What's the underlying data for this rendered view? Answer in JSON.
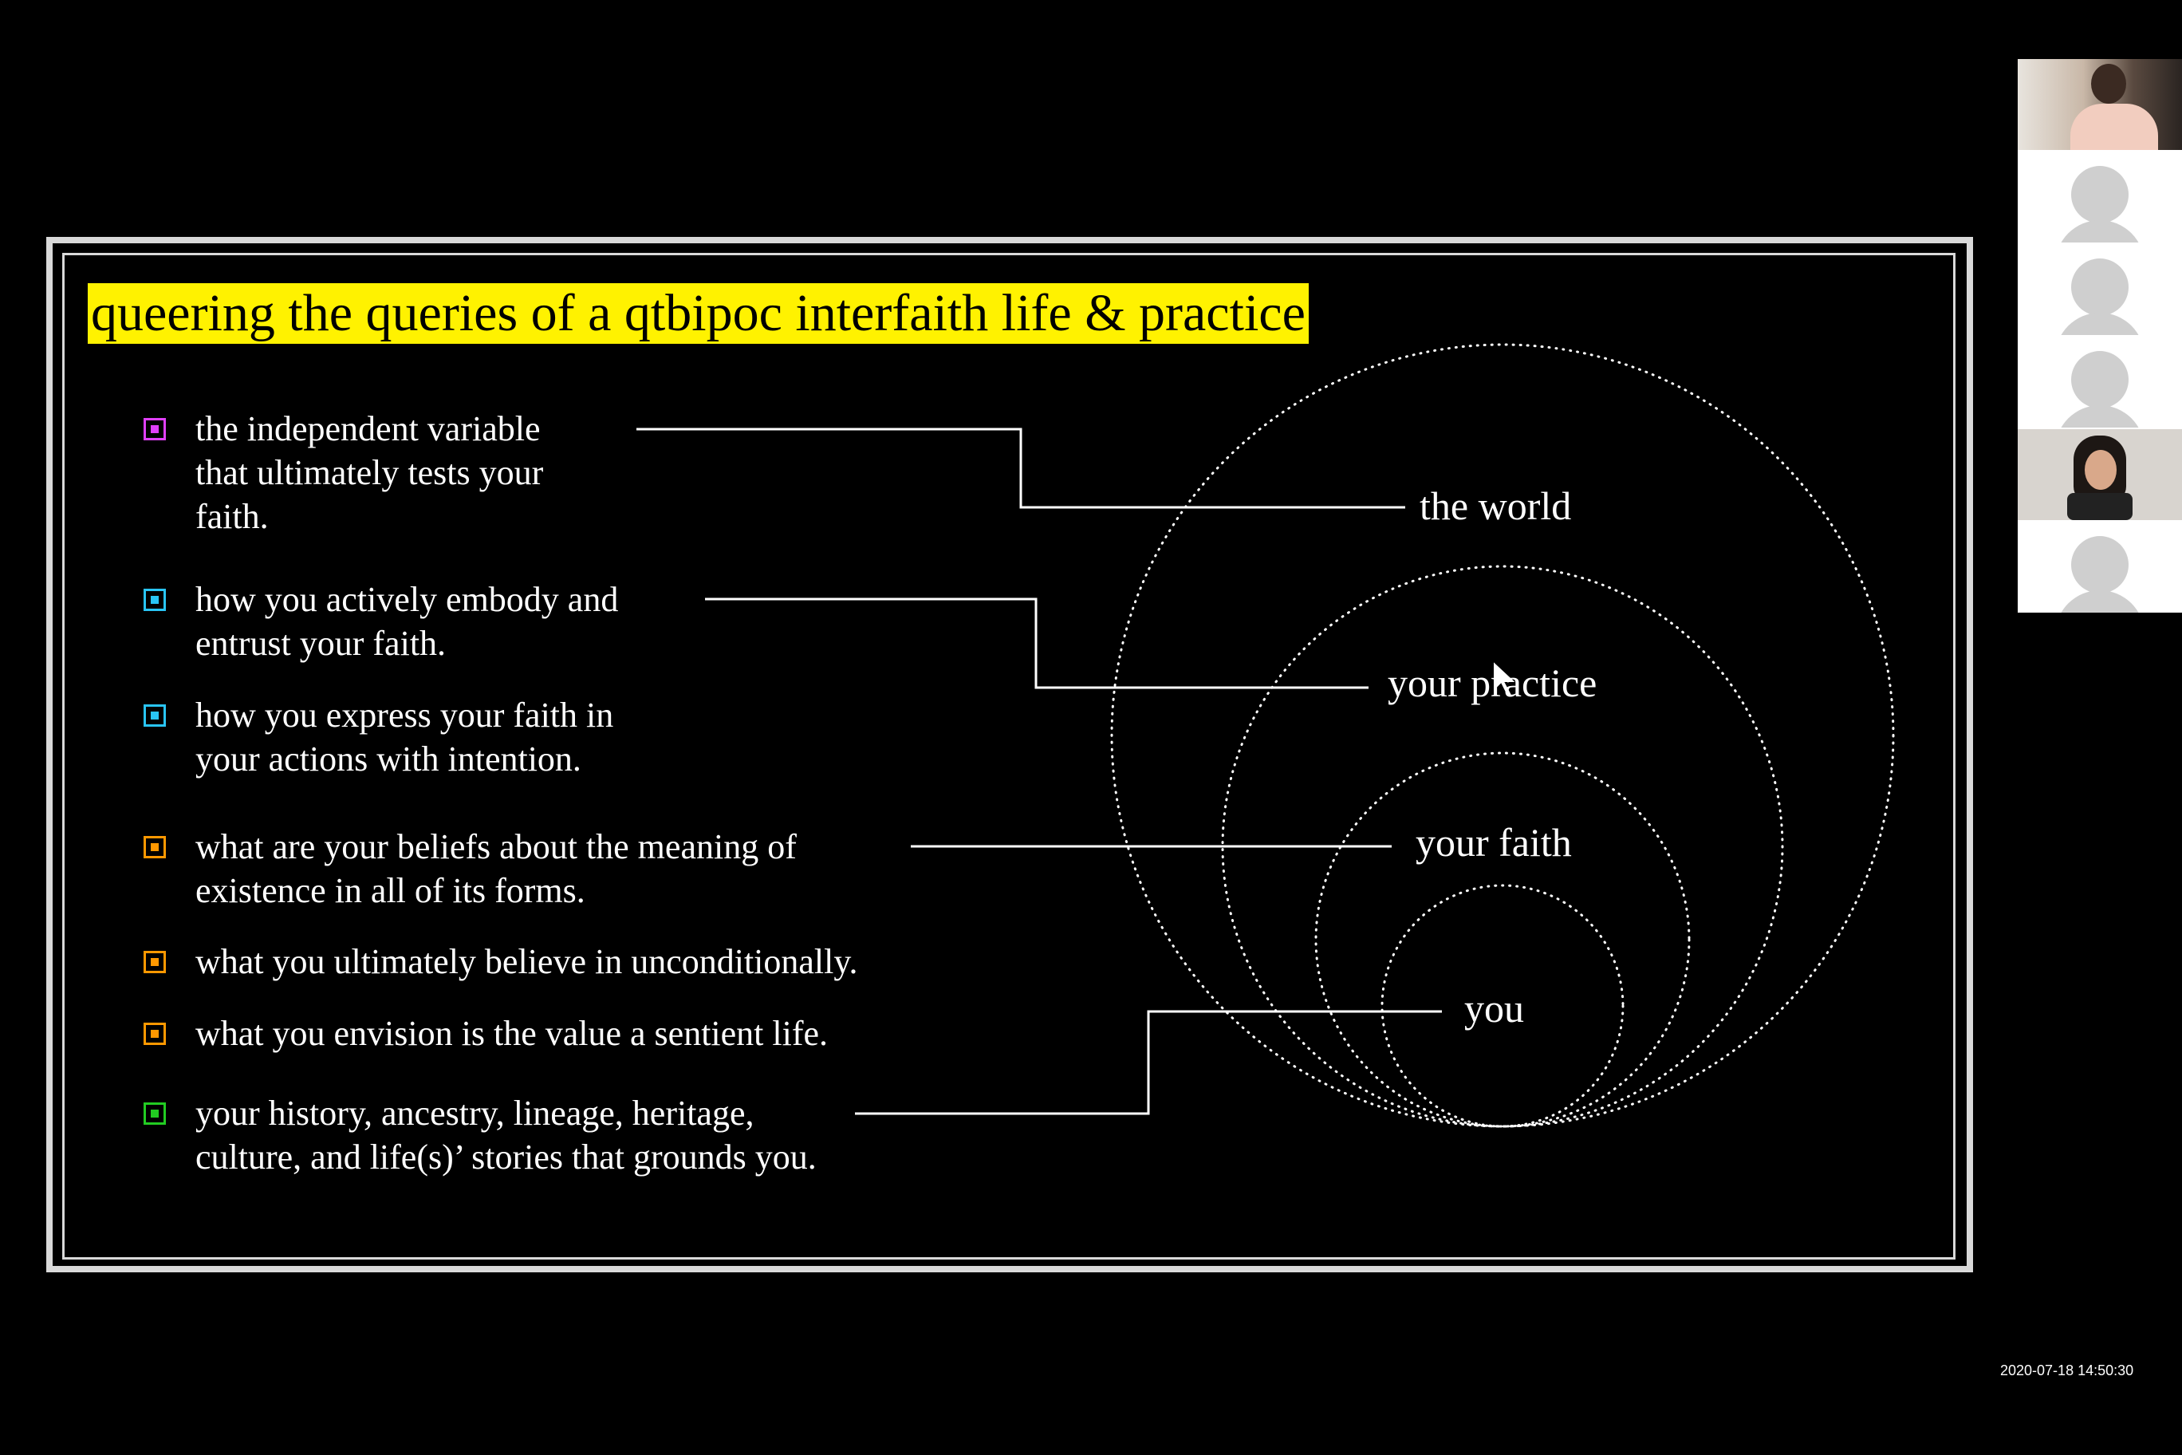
{
  "slide": {
    "title": "queering the queries of a qtbipoc interfaith life & practice",
    "title_highlight_color": "#fff200",
    "bullets": [
      {
        "lines": [
          "the independent  variable",
          "that ultimately tests your",
          "faith."
        ],
        "color": "#e040fb"
      },
      {
        "lines": [
          "how you actively embody and",
          "entrust your faith."
        ],
        "color": "#29c5f6"
      },
      {
        "lines": [
          "how you express your faith in",
          "your actions with intention."
        ],
        "color": "#29c5f6"
      },
      {
        "lines": [
          "what are your beliefs about the meaning of",
          "existence in all of its forms."
        ],
        "color": "#ff9800"
      },
      {
        "lines": [
          "what you ultimately believe in unconditionally."
        ],
        "color": "#ff9800"
      },
      {
        "lines": [
          "what you envision is the value a sentient life."
        ],
        "color": "#ff9800"
      },
      {
        "lines": [
          "your history, ancestry, lineage, heritage,",
          "culture, and life(s)’ stories that grounds you."
        ],
        "color": "#22cc22"
      }
    ],
    "circle_labels": {
      "world": "the world",
      "practice": "your practice",
      "faith": "your faith",
      "you": "you"
    }
  },
  "participants": [
    {
      "name": "",
      "video": true,
      "icon": "video-feed"
    },
    {
      "name": "",
      "video": false,
      "icon": "user-avatar-icon"
    },
    {
      "name": "",
      "video": false,
      "icon": "user-avatar-icon"
    },
    {
      "name": "",
      "video": false,
      "icon": "user-avatar-icon"
    },
    {
      "name": "",
      "video": true,
      "icon": "video-feed"
    },
    {
      "name": "",
      "video": false,
      "icon": "user-avatar-icon"
    }
  ],
  "timestamp": "2020-07-18  14:50:30"
}
